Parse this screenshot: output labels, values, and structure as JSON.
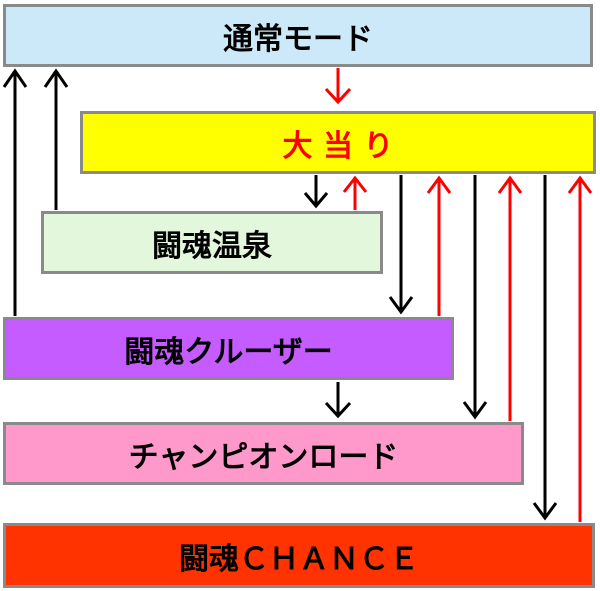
{
  "nodes": {
    "normal_mode": {
      "label": "通常モード",
      "fill": "#cce9f9",
      "text_color": "#000000"
    },
    "big_hit": {
      "label": "大 当 り",
      "fill": "#ffff00",
      "text_color": "#ff0000"
    },
    "tokon_onsen": {
      "label": "闘魂温泉",
      "fill": "#e3f7dc",
      "text_color": "#000000"
    },
    "tokon_cruiser": {
      "label": "闘魂クルーザー",
      "fill": "#c55cff",
      "text_color": "#000000"
    },
    "champion_road": {
      "label": "チャンピオンロード",
      "fill": "#ff99cc",
      "text_color": "#000000"
    },
    "tokon_chance": {
      "label": "闘魂ＣＨＡＮＣＥ",
      "fill": "#ff3300",
      "text_color": "#000000"
    }
  },
  "edges": [
    {
      "from": "normal_mode",
      "to": "big_hit",
      "color": "#ff0000"
    },
    {
      "from": "big_hit",
      "to": "tokon_onsen",
      "color": "#000000"
    },
    {
      "from": "tokon_onsen",
      "to": "big_hit",
      "color": "#ff0000"
    },
    {
      "from": "tokon_onsen",
      "to": "normal_mode",
      "color": "#000000"
    },
    {
      "from": "big_hit",
      "to": "tokon_cruiser",
      "color": "#000000"
    },
    {
      "from": "tokon_cruiser",
      "to": "big_hit",
      "color": "#ff0000"
    },
    {
      "from": "tokon_cruiser",
      "to": "normal_mode",
      "color": "#000000"
    },
    {
      "from": "tokon_cruiser",
      "to": "champion_road",
      "color": "#000000"
    },
    {
      "from": "big_hit",
      "to": "champion_road",
      "color": "#000000"
    },
    {
      "from": "champion_road",
      "to": "big_hit",
      "color": "#ff0000"
    },
    {
      "from": "big_hit",
      "to": "tokon_chance",
      "color": "#000000"
    },
    {
      "from": "tokon_chance",
      "to": "big_hit",
      "color": "#ff0000"
    }
  ]
}
